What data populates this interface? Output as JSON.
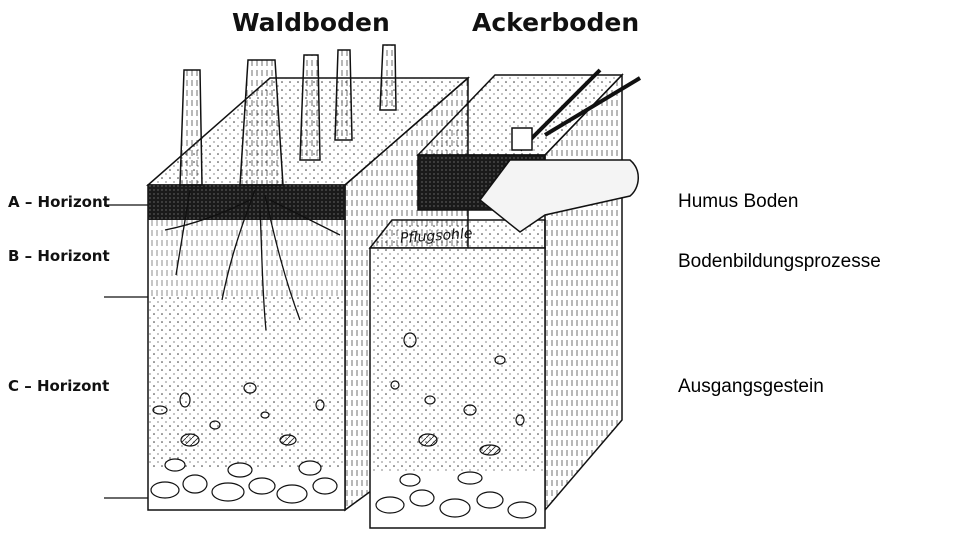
{
  "titles": {
    "forest": "Waldboden",
    "field": "Ackerboden"
  },
  "horizons": {
    "a": "A – Horizont",
    "b": "B – Horizont",
    "c": "C – Horizont"
  },
  "descriptions": {
    "humus": "Humus Boden",
    "processes": "Bodenbildungsprozesse",
    "parent": "Ausgangsgestein"
  },
  "plow_sole_label": "Pflugsohle",
  "colors": {
    "ink": "#111111",
    "background": "#ffffff"
  }
}
